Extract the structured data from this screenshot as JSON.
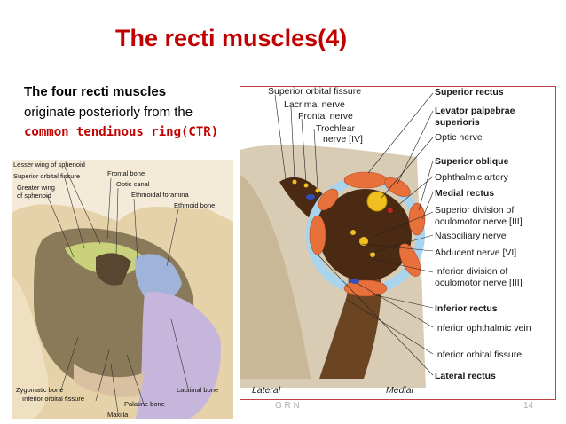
{
  "slide": {
    "title": "The recti muscles(4)",
    "intro_line1": "The four recti muscles",
    "intro_line2": "originate posteriorly from the",
    "intro_line3": "common tendinous ring(CTR)",
    "footer_left": "G R N",
    "page_number": "14"
  },
  "skull_labels": {
    "lesser_wing": "Lesser wing of sphenoid",
    "sup_orbital_fissure": "Superior orbital fissure",
    "greater_wing_1": "Greater wing",
    "greater_wing_2": "of sphenoid",
    "frontal_bone": "Frontal bone",
    "optic_canal": "Optic canal",
    "ethmoidal_foramina": "Ethmoidal foramina",
    "ethmoid_bone": "Ethmoid bone",
    "zygomatic_bone": "Zygomatic bone",
    "inf_orbital_fissure": "Inferior orbital fissure",
    "palatine_bone": "Palatine bone",
    "maxilla": "Maxilla",
    "lacrimal_bone": "Lacrimal bone"
  },
  "orbit_labels": {
    "sup_orbital_fissure": "Superior orbital fissure",
    "lacrimal_nerve": "Lacrimal nerve",
    "frontal_nerve": "Frontal nerve",
    "trochlear_1": "Trochlear",
    "trochlear_2": "nerve [IV]",
    "superior_rectus": "Superior rectus",
    "levator_1": "Levator palpebrae",
    "levator_2": "superioris",
    "optic_nerve": "Optic nerve",
    "superior_oblique": "Superior oblique",
    "ophthalmic_artery": "Ophthalmic artery",
    "medial_rectus": "Medial rectus",
    "sup_division_1": "Superior division of",
    "sup_division_2": "oculomotor nerve [III]",
    "nasociliary": "Nasociliary nerve",
    "abducent": "Abducent nerve [VI]",
    "inf_division_1": "Inferior division of",
    "inf_division_2": "oculomotor nerve [III]",
    "inferior_rectus": "Inferior rectus",
    "inf_ophthalmic_vein": "Inferior ophthalmic vein",
    "inf_orbital_fissure": "Inferior orbital fissure",
    "lateral_rectus": "Lateral rectus",
    "lateral": "Lateral",
    "medial": "Medial"
  },
  "colors": {
    "title": "#c00000",
    "muscle": "#e8703a",
    "ring": "#a8d4ee",
    "fissure": "#4a2a12",
    "orbit_border": "#c04040"
  }
}
